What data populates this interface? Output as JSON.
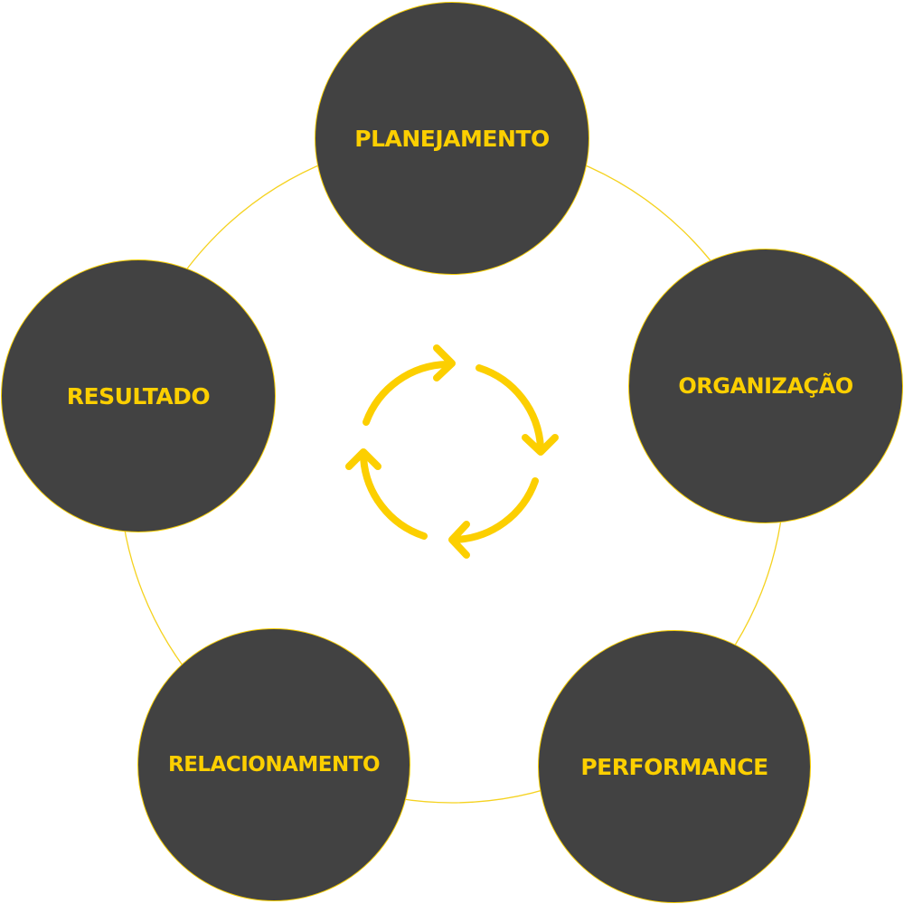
{
  "colors": {
    "node_fill": "#424242",
    "node_border": "#f5cc00",
    "accent": "#fccf00",
    "ring": "#f5d21f",
    "background": "#ffffff"
  },
  "cycle_icon": "cycle-arrows-icon",
  "nodes": {
    "planejamento": {
      "label": "PLANEJAMENTO"
    },
    "organizacao": {
      "label": "ORGANIZAÇÃO"
    },
    "performance": {
      "label": "PERFORMANCE"
    },
    "relacionamento": {
      "label": "RELACIONAMENTO"
    },
    "resultado": {
      "label": "RESULTADO"
    }
  }
}
